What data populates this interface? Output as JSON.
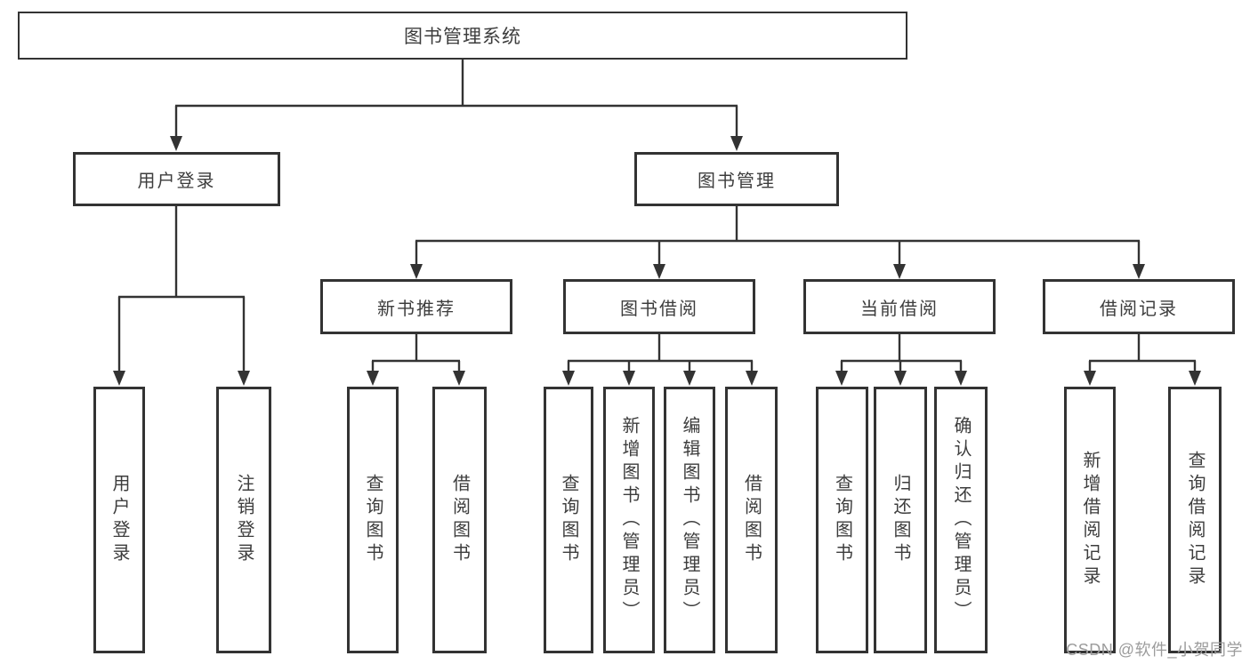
{
  "diagram": {
    "root": "图书管理系统",
    "level1": {
      "user_login": "用户登录",
      "book_management": "图书管理"
    },
    "level2": {
      "new_book_recommendation": "新书推荐",
      "book_borrowing": "图书借阅",
      "current_borrowing": "当前借阅",
      "borrowing_records": "借阅记录"
    },
    "leaves": {
      "user_login": "用户登录",
      "logout": "注销登录",
      "recommendation_query_books": "查询图书",
      "recommendation_borrow_books": "借阅图书",
      "borrowing_query_books": "查询图书",
      "borrowing_add_books_admin": "新增图书（管理员）",
      "borrowing_edit_books_admin": "编辑图书（管理员）",
      "borrowing_borrow_books": "借阅图书",
      "current_query_books": "查询图书",
      "current_return_books": "归还图书",
      "current_confirm_return_admin": "确认归还（管理员）",
      "records_add_borrowing_record": "新增借阅记录",
      "records_query_borrowing_record": "查询借阅记录"
    }
  },
  "watermark": {
    "text": "CSDN @软件_小贺同学"
  },
  "colors": {
    "line": "#333333",
    "border": "#333333",
    "text": "#3d3d3d",
    "watermark": "#9c9c9c",
    "background": "#ffffff"
  }
}
